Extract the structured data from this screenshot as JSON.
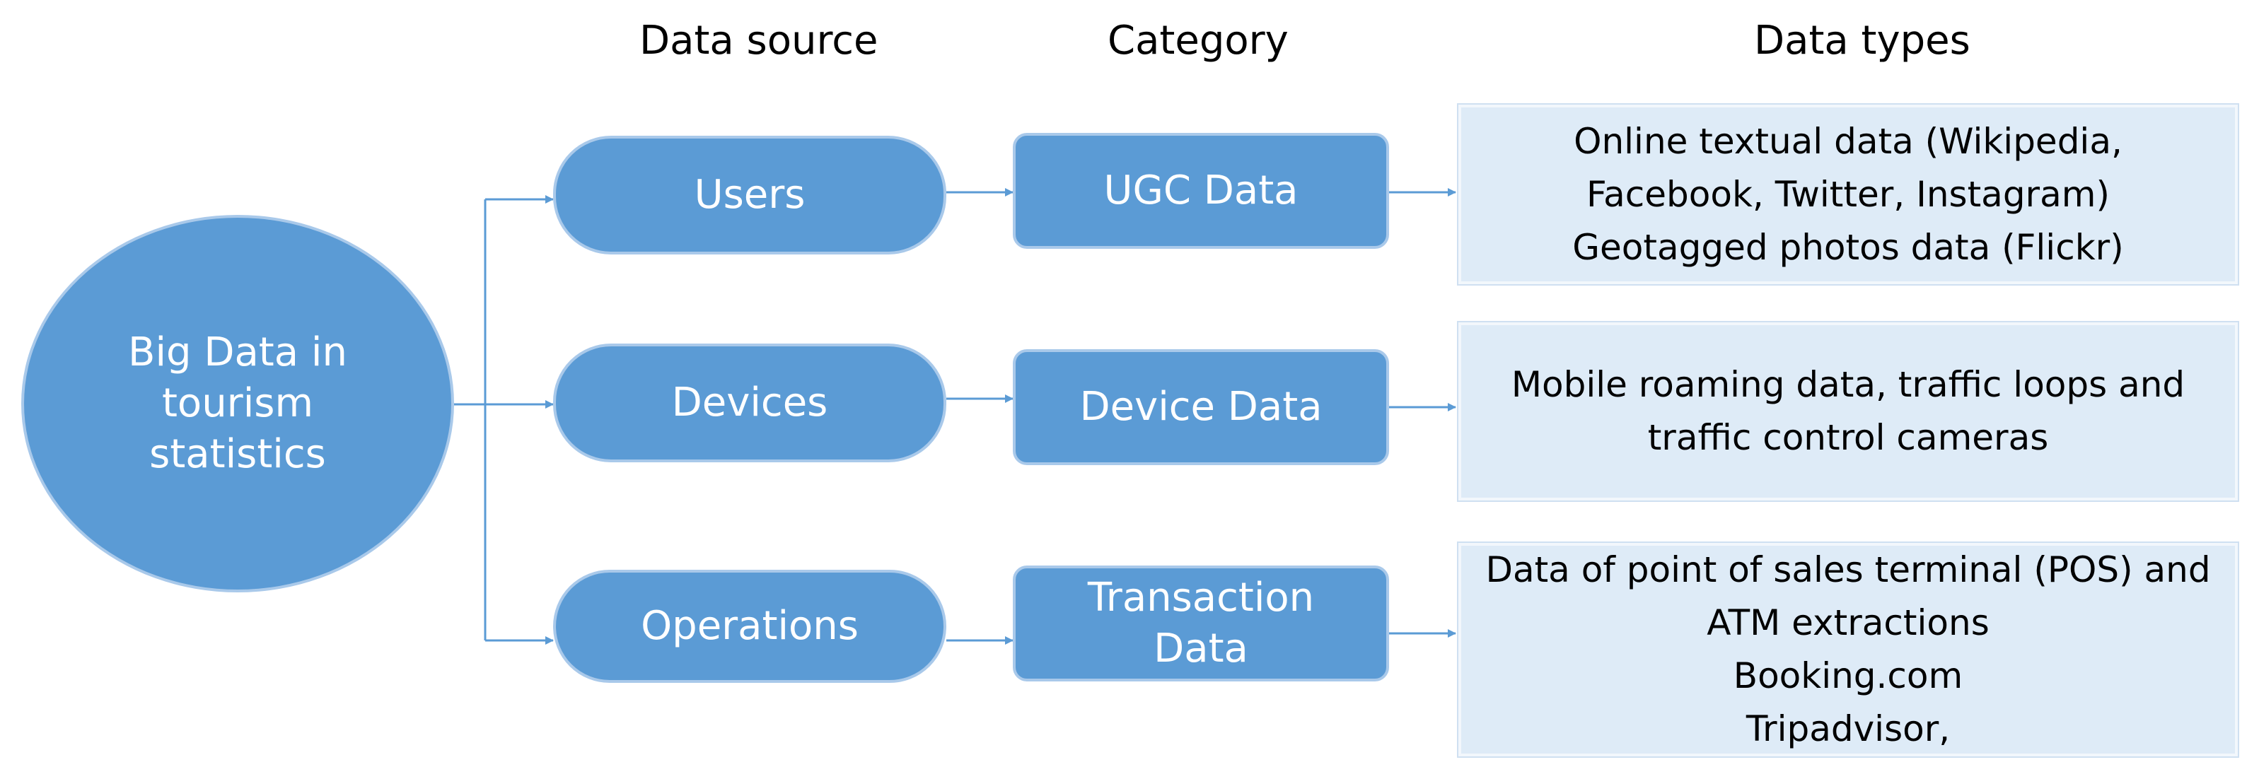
{
  "headers": {
    "source": "Data source",
    "category": "Category",
    "types": "Data types"
  },
  "root": {
    "label": "Big Data in\ntourism\nstatistics"
  },
  "rows": [
    {
      "source": "Users",
      "category": "UGC Data",
      "types": "Online textual data (Wikipedia,\nFacebook, Twitter, Instagram)\nGeotagged photos data (Flickr)"
    },
    {
      "source": "Devices",
      "category": "Device Data",
      "types": "Mobile roaming data, traffic loops and\ntraffic control cameras"
    },
    {
      "source": "Operations",
      "category": "Transaction\nData",
      "types": "Data of point of sales terminal (POS) and\nATM extractions\nBooking.com\nTripadvisor,"
    }
  ],
  "colors": {
    "node_fill": "#5b9bd5",
    "node_border": "#a9c9ea",
    "box_fill": "#deebf7",
    "connector": "#5b9bd5"
  }
}
